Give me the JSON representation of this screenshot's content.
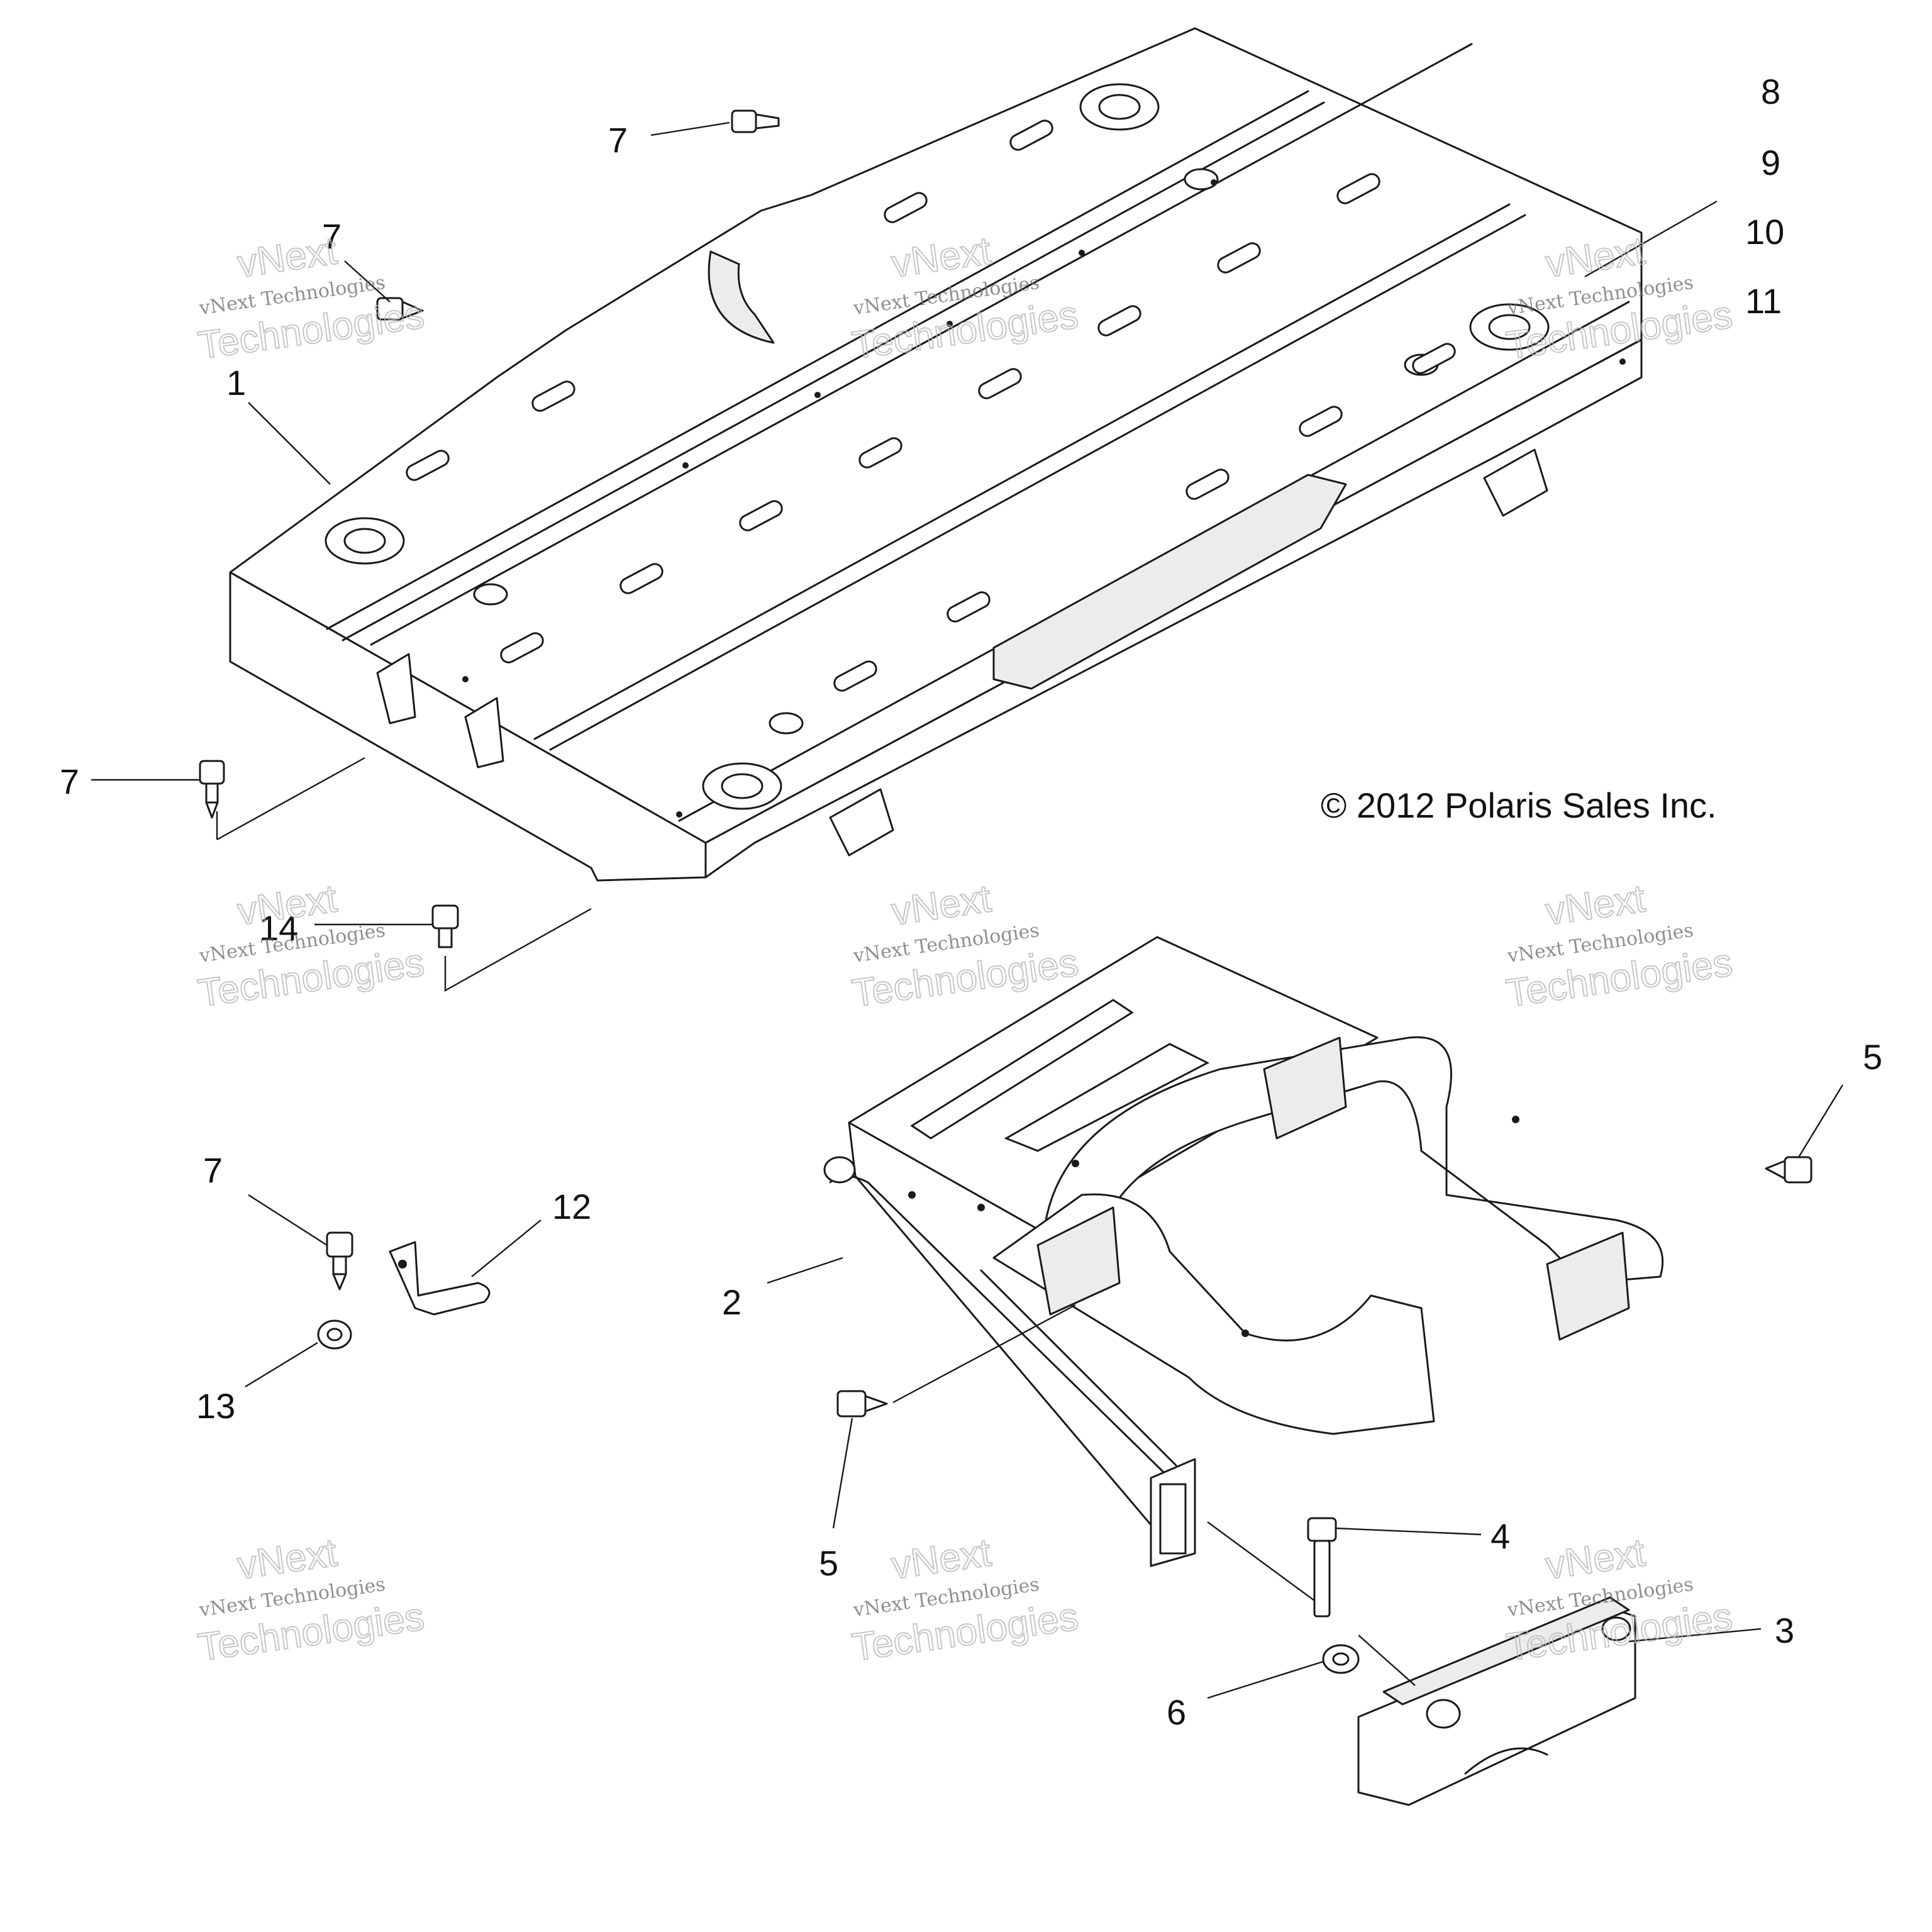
{
  "copyright": "© 2012 Polaris Sales Inc.",
  "callouts": [
    "7",
    "7",
    "1",
    "7",
    "14",
    "8",
    "9",
    "10",
    "11",
    "7",
    "12",
    "13",
    "2",
    "5",
    "5",
    "4",
    "3",
    "6"
  ],
  "watermark": {
    "line1": "vNext",
    "line2": "vNext Technologies",
    "line3": "Technologies"
  },
  "colors": {
    "line": "#1a1a1a",
    "background": "#ffffff",
    "watermark": "#b9b9b9"
  }
}
